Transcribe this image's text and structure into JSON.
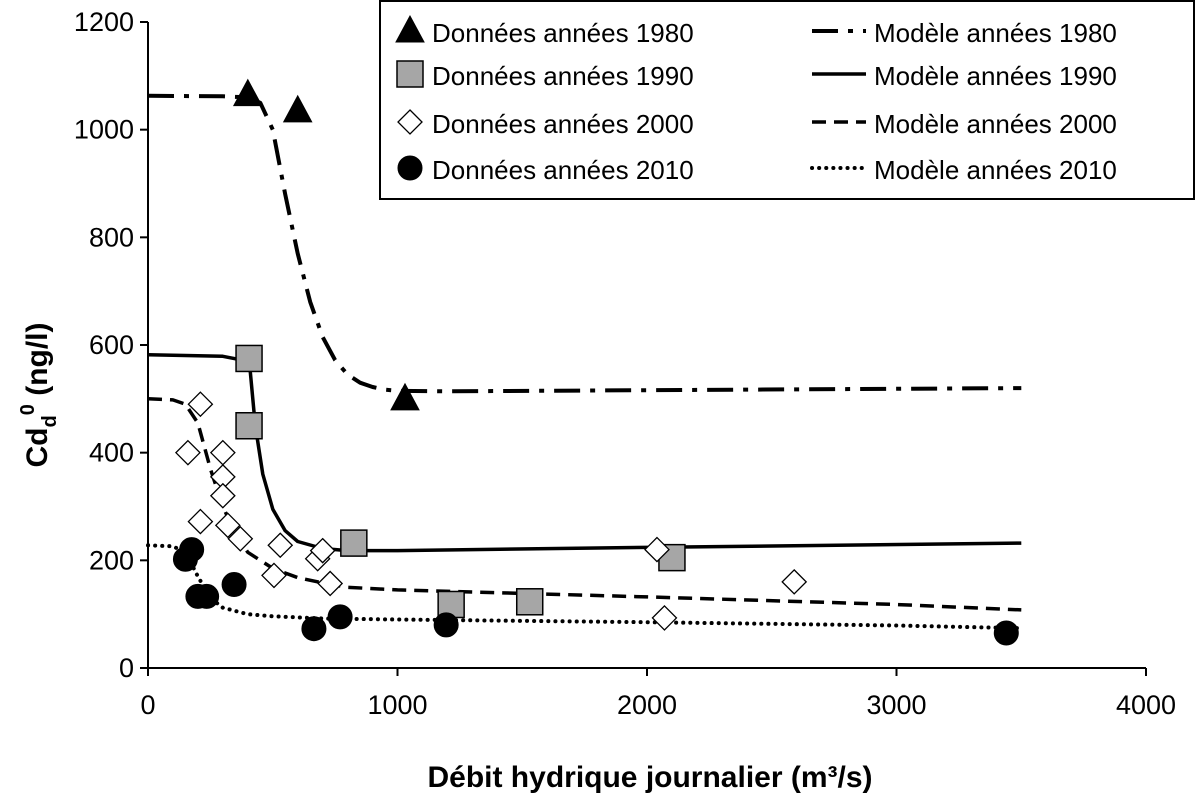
{
  "chart_data": {
    "type": "scatter",
    "xlabel": "Débit hydrique journalier (m³/s)",
    "ylabel": {
      "base": "Cd",
      "sub": "d",
      "sup": "0",
      "unit": " (ng/l)"
    },
    "xlim": [
      0,
      4000
    ],
    "ylim": [
      0,
      1200
    ],
    "xticks": [
      0,
      1000,
      2000,
      3000,
      4000
    ],
    "yticks": [
      0,
      200,
      400,
      600,
      800,
      1000,
      1200
    ],
    "grid": false,
    "legend_position": "top-right",
    "series": [
      {
        "name": "Données années 1980",
        "kind": "points",
        "marker": "triangle",
        "fill": "#000000",
        "points": [
          [
            400,
            1065
          ],
          [
            600,
            1035
          ],
          [
            1030,
            500
          ]
        ]
      },
      {
        "name": "Données années 1990",
        "kind": "points",
        "marker": "square",
        "fill": "#a6a6a6",
        "points": [
          [
            405,
            575
          ],
          [
            405,
            450
          ],
          [
            825,
            232
          ],
          [
            1215,
            118
          ],
          [
            1530,
            123
          ],
          [
            2100,
            205
          ]
        ]
      },
      {
        "name": "Données années 2000",
        "kind": "points",
        "marker": "diamond",
        "fill": "#ffffff",
        "points": [
          [
            160,
            400
          ],
          [
            210,
            490
          ],
          [
            210,
            272
          ],
          [
            300,
            400
          ],
          [
            300,
            355
          ],
          [
            300,
            320
          ],
          [
            320,
            265
          ],
          [
            370,
            240
          ],
          [
            530,
            228
          ],
          [
            505,
            172
          ],
          [
            680,
            203
          ],
          [
            700,
            218
          ],
          [
            730,
            157
          ],
          [
            2040,
            220
          ],
          [
            2070,
            93
          ],
          [
            2590,
            160
          ]
        ]
      },
      {
        "name": "Données années 2010",
        "kind": "points",
        "marker": "circle",
        "fill": "#000000",
        "points": [
          [
            150,
            202
          ],
          [
            175,
            220
          ],
          [
            200,
            133
          ],
          [
            235,
            133
          ],
          [
            345,
            155
          ],
          [
            665,
            73
          ],
          [
            770,
            95
          ],
          [
            1195,
            80
          ],
          [
            3440,
            65
          ]
        ]
      },
      {
        "name": "Modèle années 1980",
        "kind": "line",
        "dash": "dashdot",
        "points": [
          [
            0,
            1063
          ],
          [
            300,
            1062
          ],
          [
            400,
            1060
          ],
          [
            450,
            1050
          ],
          [
            500,
            1000
          ],
          [
            550,
            880
          ],
          [
            600,
            770
          ],
          [
            650,
            680
          ],
          [
            700,
            615
          ],
          [
            750,
            572
          ],
          [
            800,
            545
          ],
          [
            850,
            530
          ],
          [
            900,
            522
          ],
          [
            950,
            517
          ],
          [
            1000,
            515
          ],
          [
            1200,
            514
          ],
          [
            2000,
            516
          ],
          [
            3500,
            520
          ]
        ]
      },
      {
        "name": "Modèle années 1990",
        "kind": "line",
        "dash": "solid",
        "points": [
          [
            0,
            582
          ],
          [
            300,
            579
          ],
          [
            400,
            570
          ],
          [
            410,
            550
          ],
          [
            430,
            450
          ],
          [
            460,
            360
          ],
          [
            500,
            295
          ],
          [
            550,
            255
          ],
          [
            600,
            235
          ],
          [
            700,
            222
          ],
          [
            800,
            218
          ],
          [
            1000,
            218
          ],
          [
            2000,
            224
          ],
          [
            3500,
            232
          ]
        ]
      },
      {
        "name": "Modèle années 2000",
        "kind": "line",
        "dash": "dashed",
        "points": [
          [
            0,
            500
          ],
          [
            100,
            498
          ],
          [
            150,
            490
          ],
          [
            200,
            455
          ],
          [
            250,
            370
          ],
          [
            300,
            300
          ],
          [
            350,
            250
          ],
          [
            400,
            215
          ],
          [
            500,
            185
          ],
          [
            600,
            168
          ],
          [
            700,
            158
          ],
          [
            800,
            150
          ],
          [
            1000,
            145
          ],
          [
            2000,
            132
          ],
          [
            3000,
            118
          ],
          [
            3500,
            108
          ]
        ]
      },
      {
        "name": "Modèle années 2010",
        "kind": "line",
        "dash": "dotted",
        "points": [
          [
            0,
            228
          ],
          [
            100,
            226
          ],
          [
            150,
            215
          ],
          [
            200,
            170
          ],
          [
            250,
            130
          ],
          [
            300,
            112
          ],
          [
            400,
            100
          ],
          [
            500,
            96
          ],
          [
            700,
            92
          ],
          [
            1000,
            90
          ],
          [
            2000,
            85
          ],
          [
            3000,
            79
          ],
          [
            3500,
            74
          ]
        ]
      }
    ]
  }
}
